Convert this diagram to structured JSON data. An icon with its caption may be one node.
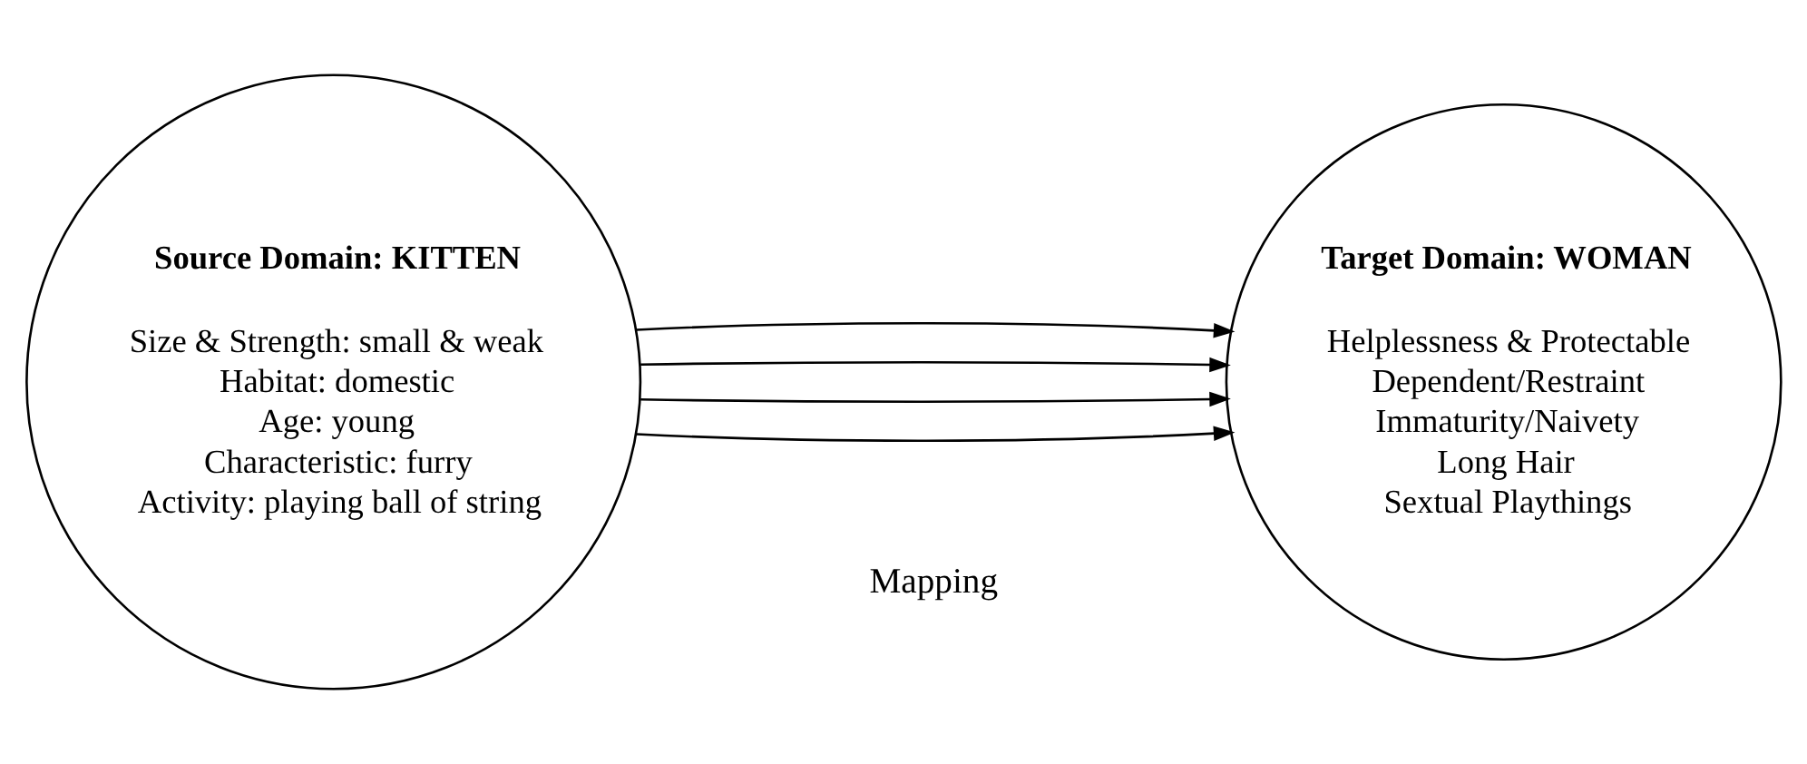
{
  "diagram": {
    "nodes": [
      {
        "text": [
          "Source Domain: KITTEN",
          "Size & Strength: small & weak",
          "Habitat: domestic",
          "Age: young",
          "Characteristic: furry",
          "Activity: playing ball of string"
        ]
      },
      {
        "text": [
          "Target Domain: WOMAN",
          "Helplessness & Protectable",
          "Dependent/Restraint",
          "Immaturity/Naivety",
          "Long Hair",
          "Sextual Playthings"
        ]
      }
    ],
    "edges": [
      {
        "from": 0,
        "to": 1,
        "arrow": "to"
      },
      {
        "from": 0,
        "to": 1,
        "arrow": "to"
      },
      {
        "from": 0,
        "to": 1,
        "arrow": "to"
      },
      {
        "from": 0,
        "to": 1,
        "arrow": "to"
      }
    ],
    "labels": [
      "Mapping"
    ]
  }
}
